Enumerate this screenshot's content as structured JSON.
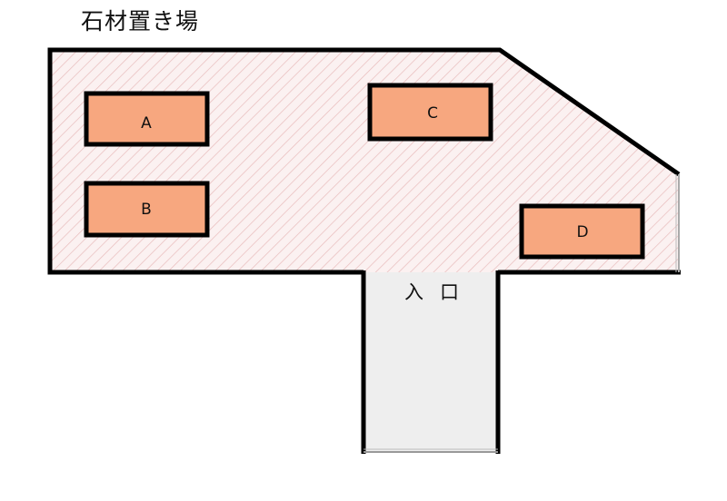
{
  "title": "石材置き場",
  "entrance_label": "入口",
  "blocks": [
    {
      "id": "A",
      "label": "A"
    },
    {
      "id": "B",
      "label": "B"
    },
    {
      "id": "C",
      "label": "C"
    },
    {
      "id": "D",
      "label": "D"
    }
  ],
  "colors": {
    "area_fill": "#fbf1f1",
    "hatch": "#e8bcbc",
    "outline": "#000000",
    "block_fill": "#f7a77f",
    "entrance_fill": "#eeeeee"
  }
}
